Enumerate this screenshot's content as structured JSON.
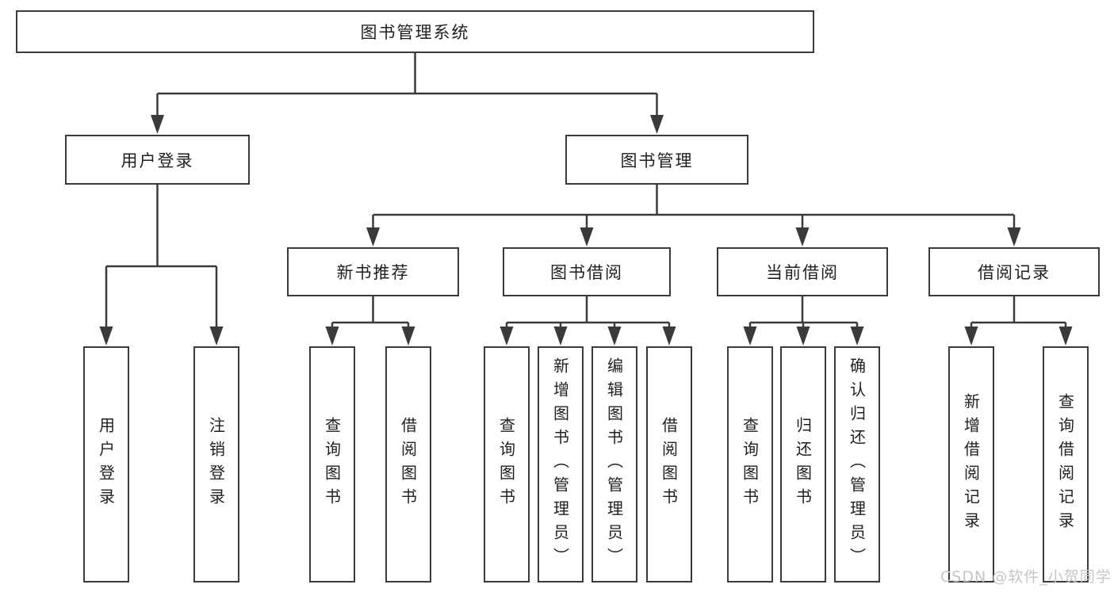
{
  "diagram": {
    "root": "图书管理系统",
    "level2": [
      "用户登录",
      "图书管理"
    ],
    "level3": [
      "新书推荐",
      "图书借阅",
      "当前借阅",
      "借阅记录"
    ],
    "leaves": [
      "用户登录",
      "注销登录",
      "查询图书",
      "借阅图书",
      "查询图书",
      "新增图书（管理员）",
      "编辑图书（管理员）",
      "借阅图书",
      "查询图书",
      "归还图书",
      "确认归还（管理员）",
      "新增借阅记录",
      "查询借阅记录"
    ]
  },
  "watermark": "CSDN @软件_小贺同学",
  "colors": {
    "line": "#3a3a3a",
    "text": "#1f1f1f",
    "watermark": "#c6c6c6",
    "box_background": "#ffffff",
    "background": "#ffffff"
  }
}
